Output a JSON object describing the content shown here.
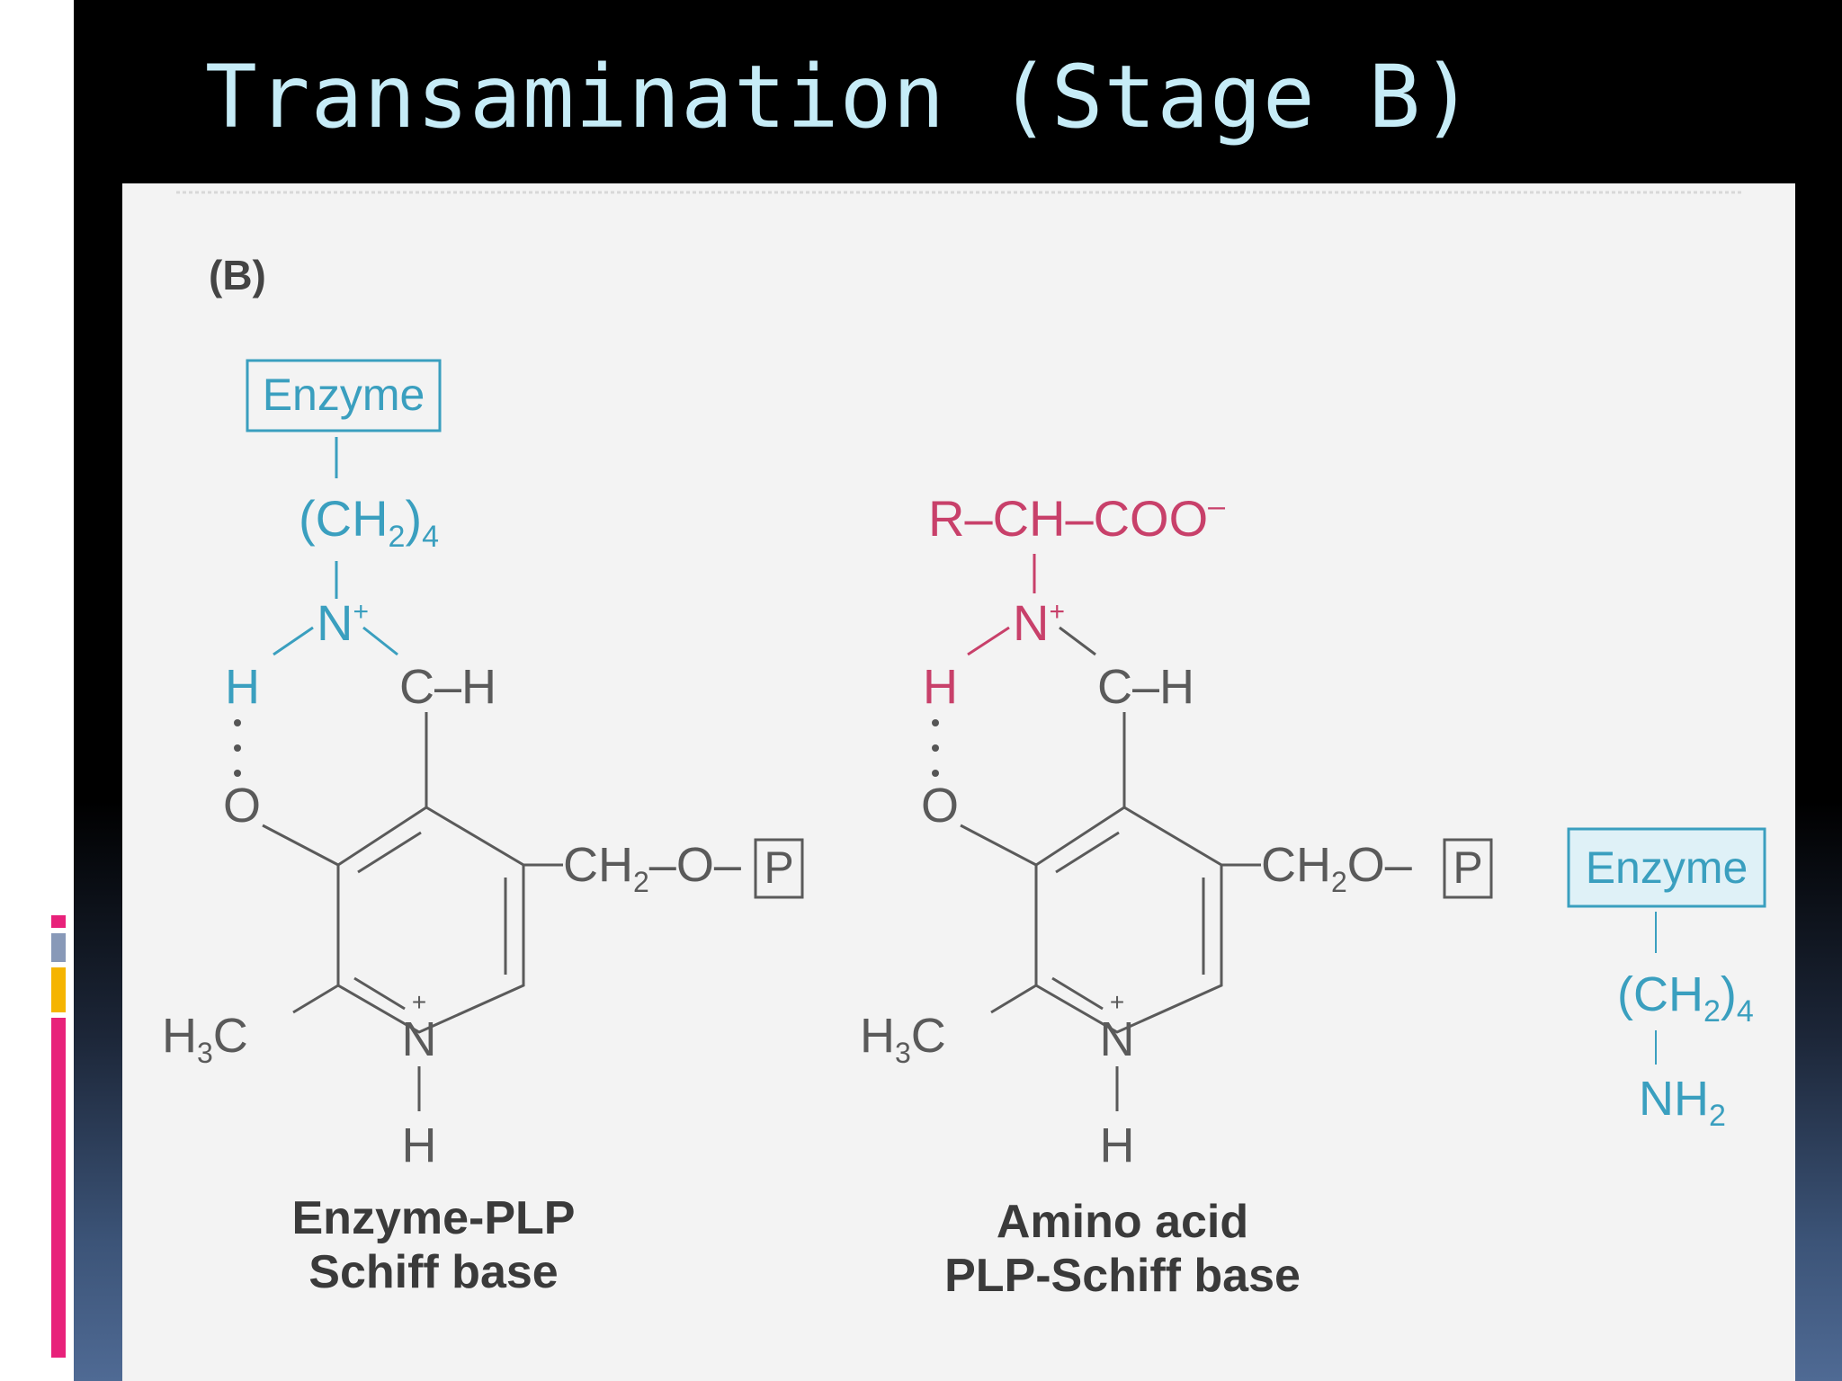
{
  "slide": {
    "title": "Transamination (Stage B)"
  },
  "figure": {
    "panel_label": "(B)",
    "left_structure": {
      "enzyme_box": "Enzyme",
      "chain_ch": "(CH",
      "chain_sub": "2",
      "chain_end": ")",
      "chain_sub4": "4",
      "imine_n": "N",
      "charge_plus": "+",
      "h_bond_h": "H",
      "ch_group": "C–H",
      "phenolate_o": "O",
      "ring_n": "N",
      "ring_nh": "H",
      "methyl_h": "H",
      "methyl_sub": "3",
      "methyl_c": "C",
      "ester_ch": "CH",
      "ester_sub": "2",
      "ester_o": "–O–",
      "phosphate": "P",
      "caption_line1": "Enzyme-PLP",
      "caption_line2": "Schiff base"
    },
    "right_structure": {
      "amino_acid_group": "R–CH–COO",
      "amino_charge": "–",
      "imine_n": "N",
      "charge_plus": "+",
      "h_bond_h": "H",
      "ch_group": "C–H",
      "phenolate_o": "O",
      "ring_n": "N",
      "ring_nh": "H",
      "methyl_h": "H",
      "methyl_sub": "3",
      "methyl_c": "C",
      "ester_ch": "CH",
      "ester_sub": "2",
      "ester_o": "O–",
      "phosphate": "P",
      "caption_line1": "Amino acid",
      "caption_line2": "PLP-Schiff base"
    },
    "free_enzyme": {
      "enzyme_box": "Enzyme",
      "chain_ch": "(CH",
      "chain_sub": "2",
      "chain_end": ")",
      "chain_sub4": "4",
      "amine_nh": "NH",
      "amine_sub": "2"
    },
    "colors": {
      "enzyme_blue": "#3a9fbf",
      "amino_acid_red": "#c8406a",
      "structure_gray": "#5a5a5a",
      "caption": "#3a3a3a"
    }
  },
  "decor": {
    "title_color": "#c6ecf7",
    "accent_colors": [
      "#e8217a",
      "#8899b8",
      "#f5b400",
      "#e8217a"
    ]
  }
}
